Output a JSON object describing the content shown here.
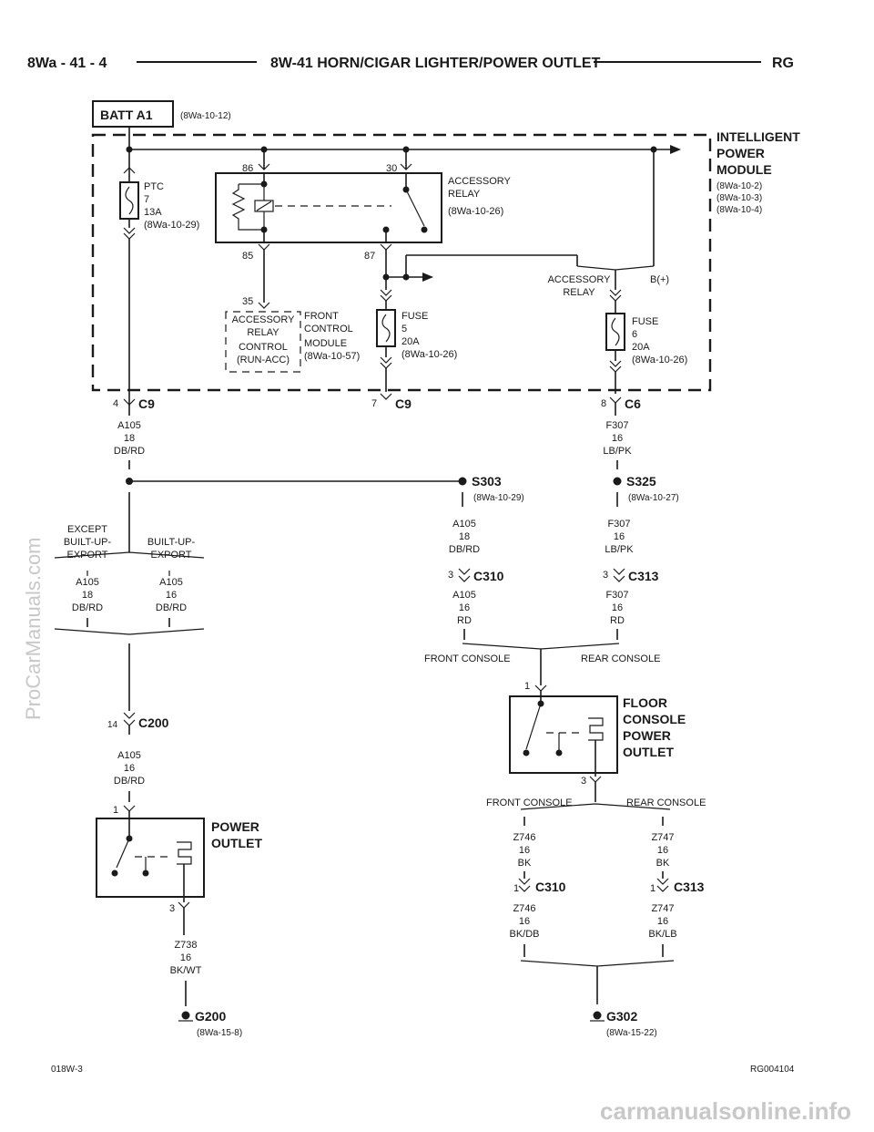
{
  "header": {
    "left": "8Wa - 41 - 4",
    "title": "8W-41 HORN/CIGAR LIGHTER/POWER OUTLET",
    "right": "RG"
  },
  "batt": {
    "label": "BATT A1",
    "ref": "(8Wa-10-12)"
  },
  "ipm": {
    "l1": "INTELLIGENT",
    "l2": "POWER",
    "l3": "MODULE",
    "r1": "(8Wa-10-2)",
    "r2": "(8Wa-10-3)",
    "r3": "(8Wa-10-4)"
  },
  "ptc": {
    "l1": "PTC",
    "l2": "7",
    "l3": "13A",
    "l4": "(8Wa-10-29)"
  },
  "relay": {
    "pin86": "86",
    "pin30": "30",
    "pin85": "85",
    "pin87": "87",
    "l1": "ACCESSORY",
    "l2": "RELAY",
    "ref": "(8Wa-10-26)"
  },
  "relay_out": {
    "l1": "ACCESSORY",
    "l2": "RELAY",
    "bplus": "B(+)"
  },
  "fcm": {
    "pin": "35",
    "l1": "ACCESSORY",
    "l2": "RELAY",
    "l3": "CONTROL",
    "l4": "(RUN-ACC)",
    "r1": "FRONT",
    "r2": "CONTROL",
    "r3": "MODULE",
    "r4": "(8Wa-10-57)"
  },
  "fuse5": {
    "l1": "FUSE",
    "l2": "5",
    "l3": "20A",
    "l4": "(8Wa-10-26)"
  },
  "fuse6": {
    "l1": "FUSE",
    "l2": "6",
    "l3": "20A",
    "l4": "(8Wa-10-26)"
  },
  "c9a": {
    "pin": "4",
    "name": "C9"
  },
  "c9b": {
    "pin": "7",
    "name": "C9"
  },
  "c6": {
    "pin": "8",
    "name": "C6"
  },
  "w1": {
    "circuit": "A105",
    "gauge": "18",
    "color": "DB/RD"
  },
  "w2": {
    "circuit": "F307",
    "gauge": "16",
    "color": "LB/PK"
  },
  "s303": {
    "name": "S303",
    "ref": "(8Wa-10-29)"
  },
  "s325": {
    "name": "S325",
    "ref": "(8Wa-10-27)"
  },
  "w3": {
    "circuit": "A105",
    "gauge": "18",
    "color": "DB/RD"
  },
  "w4": {
    "circuit": "F307",
    "gauge": "16",
    "color": "LB/PK"
  },
  "c310a": {
    "pin": "3",
    "name": "C310"
  },
  "c313a": {
    "pin": "3",
    "name": "C313"
  },
  "w5": {
    "circuit": "A105",
    "gauge": "16",
    "color": "RD"
  },
  "w6": {
    "circuit": "F307",
    "gauge": "16",
    "color": "RD"
  },
  "split1": {
    "left": "FRONT CONSOLE",
    "right": "REAR CONSOLE"
  },
  "floor": {
    "pin1": "1",
    "pin3": "3",
    "l1": "FLOOR",
    "l2": "CONSOLE",
    "l3": "POWER",
    "l4": "OUTLET"
  },
  "split2": {
    "left": "FRONT CONSOLE",
    "right": "REAR CONSOLE"
  },
  "w7": {
    "circuit": "Z746",
    "gauge": "16",
    "color": "BK"
  },
  "w8": {
    "circuit": "Z747",
    "gauge": "16",
    "color": "BK"
  },
  "c310b": {
    "pin": "1",
    "name": "C310"
  },
  "c313b": {
    "pin": "1",
    "name": "C313"
  },
  "w9": {
    "circuit": "Z746",
    "gauge": "16",
    "color": "BK/DB"
  },
  "w10": {
    "circuit": "Z747",
    "gauge": "16",
    "color": "BK/LB"
  },
  "g302": {
    "name": "G302",
    "ref": "(8Wa-15-22)"
  },
  "export": {
    "l1": "EXCEPT",
    "l2": "BUILT-UP-",
    "l3": "EXPORT",
    "r1": "BUILT-UP-",
    "r2": "EXPORT"
  },
  "w11": {
    "circuit": "A105",
    "gauge": "18",
    "color": "DB/RD"
  },
  "w12": {
    "circuit": "A105",
    "gauge": "16",
    "color": "DB/RD"
  },
  "c200": {
    "pin": "14",
    "name": "C200"
  },
  "w13": {
    "circuit": "A105",
    "gauge": "16",
    "color": "DB/RD"
  },
  "outlet": {
    "pin1": "1",
    "pin3": "3",
    "l1": "POWER",
    "l2": "OUTLET"
  },
  "w14": {
    "circuit": "Z738",
    "gauge": "16",
    "color": "BK/WT"
  },
  "g200": {
    "name": "G200",
    "ref": "(8Wa-15-8)"
  },
  "footer": {
    "left": "018W-3",
    "right": "RG004104"
  },
  "watermark": {
    "side": "ProCarManuals.com",
    "bottom": "carmanualsonline.info"
  }
}
